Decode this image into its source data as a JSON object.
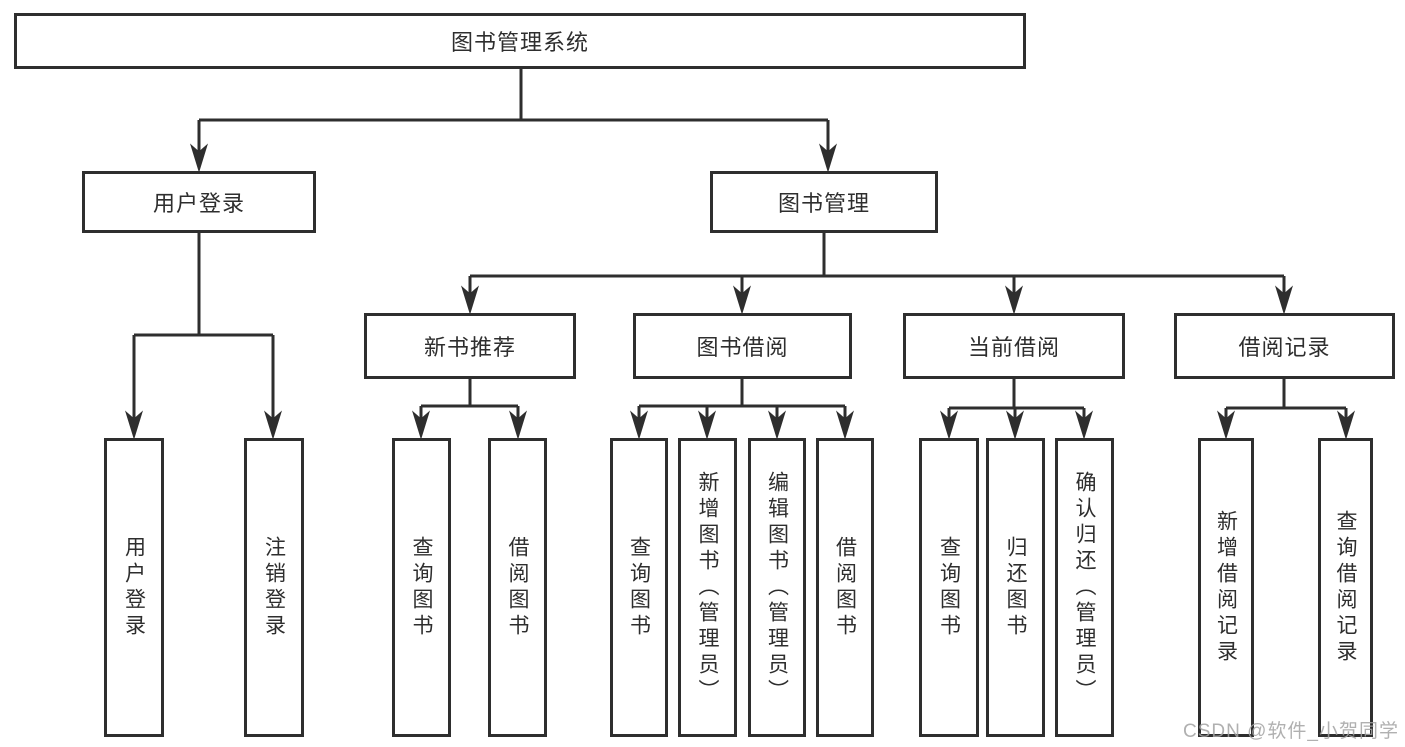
{
  "diagram_title": "图书管理系统",
  "nodes": {
    "root": {
      "label": "图书管理系统"
    },
    "user_login": {
      "label": "用户登录"
    },
    "book_mgmt": {
      "label": "图书管理"
    },
    "new_book_rec": {
      "label": "新书推荐"
    },
    "book_borrow": {
      "label": "图书借阅"
    },
    "current_borrow": {
      "label": "当前借阅"
    },
    "borrow_records": {
      "label": "借阅记录"
    },
    "user_login_leaf": {
      "label": "用户登录"
    },
    "logout_leaf": {
      "label": "注销登录"
    },
    "nbr_query": {
      "label": "查询图书"
    },
    "nbr_borrow": {
      "label": "借阅图书"
    },
    "bb_query": {
      "label": "查询图书"
    },
    "bb_add": {
      "label": "新增图书（管理员）"
    },
    "bb_edit": {
      "label": "编辑图书（管理员）"
    },
    "bb_borrow": {
      "label": "借阅图书"
    },
    "cb_query": {
      "label": "查询图书"
    },
    "cb_return": {
      "label": "归还图书"
    },
    "cb_confirm": {
      "label": "确认归还（管理员）"
    },
    "br_add": {
      "label": "新增借阅记录"
    },
    "br_query": {
      "label": "查询借阅记录"
    }
  },
  "tree": {
    "图书管理系统": {
      "用户登录": [
        "用户登录",
        "注销登录"
      ],
      "图书管理": {
        "新书推荐": [
          "查询图书",
          "借阅图书"
        ],
        "图书借阅": [
          "查询图书",
          "新增图书（管理员）",
          "编辑图书（管理员）",
          "借阅图书"
        ],
        "当前借阅": [
          "查询图书",
          "归还图书",
          "确认归还（管理员）"
        ],
        "借阅记录": [
          "新增借阅记录",
          "查询借阅记录"
        ]
      }
    }
  },
  "watermark": {
    "text": "CSDN @软件_小贺同学",
    "color": "#a3a3a3"
  },
  "colors": {
    "line": "#2e2e2e",
    "box_border": "#2e2e2e",
    "box_bg": "#ffffff",
    "text": "#2e2e2e",
    "background": "#ffffff"
  }
}
